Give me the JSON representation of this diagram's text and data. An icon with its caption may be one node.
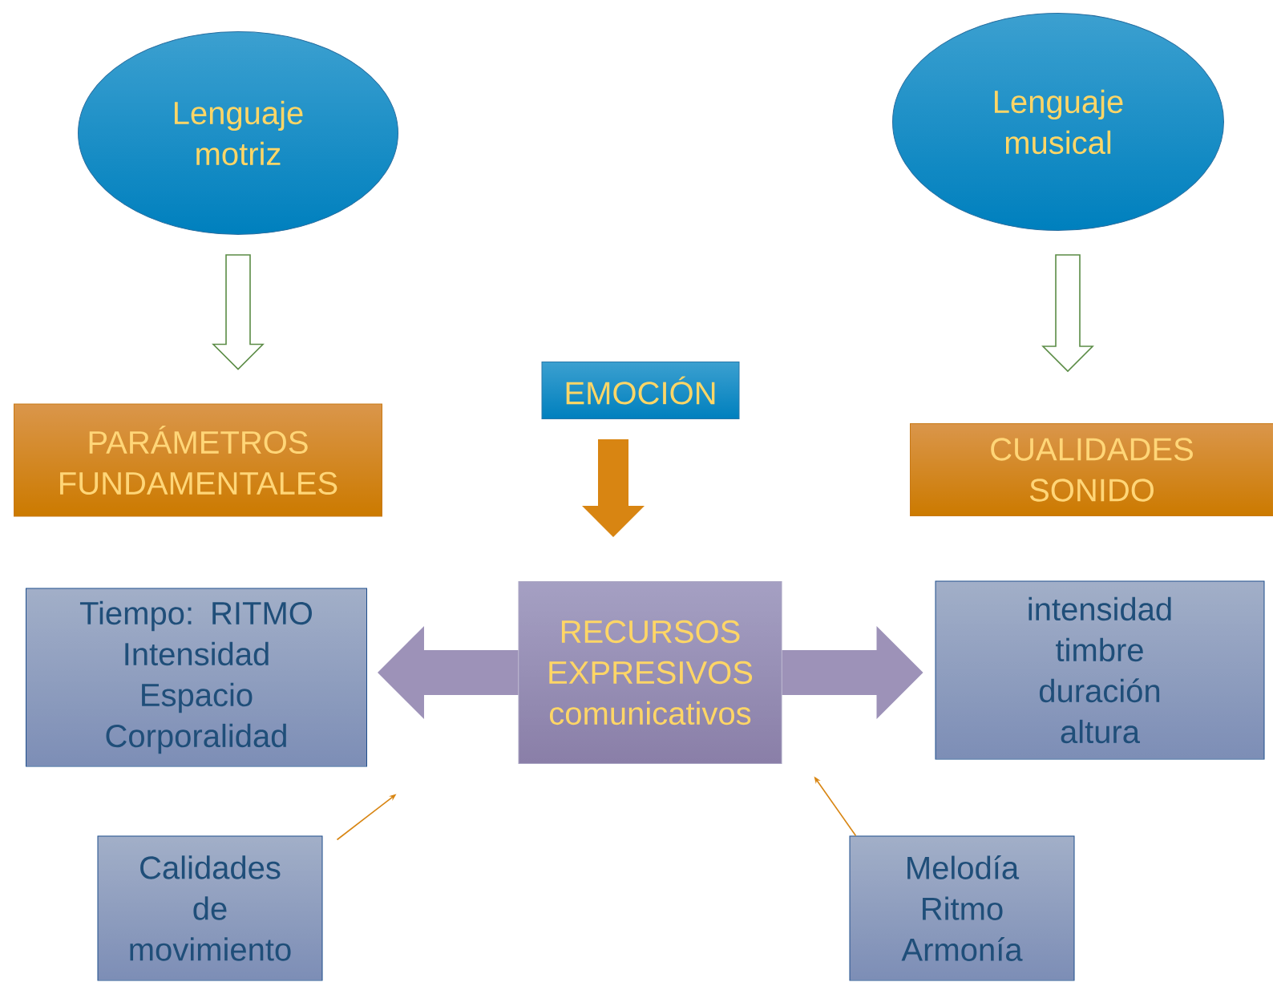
{
  "diagram": {
    "nodes": [
      {
        "text": [
          "Lenguaje motriz"
        ]
      },
      {
        "text": [
          "Lenguaje musical"
        ]
      },
      {
        "text": [
          "EMOCIÓN"
        ]
      },
      {
        "text": [
          "PARÁMETROS FUNDAMENTALES"
        ]
      },
      {
        "text": [
          "CUALIDADES SONIDO"
        ]
      },
      {
        "text": [
          "Tiempo: RITMO",
          "Intensidad",
          "Espacio",
          "Corporalidad"
        ]
      },
      {
        "text": [
          "RECURSOS EXPRESIVOS comunicativos"
        ]
      },
      {
        "text": [
          "intensidad",
          "timbre",
          "duración",
          "altura"
        ]
      },
      {
        "text": [
          "Calidades de movimiento"
        ]
      },
      {
        "text": [
          "Melodía",
          "Ritmo",
          "Armonía"
        ]
      }
    ],
    "edges": [
      {
        "from": 0,
        "to": 3,
        "arrow": "to",
        "style": "thick",
        "color": "#5b8c46"
      },
      {
        "from": 1,
        "to": 4,
        "arrow": "to",
        "style": "thick",
        "color": "#5b8c46"
      },
      {
        "from": 2,
        "to": 6,
        "arrow": "to",
        "style": "thick",
        "color": "#d88512"
      },
      {
        "from": 6,
        "to": 5,
        "arrow": "to",
        "style": "thick",
        "color": "#9d92b8"
      },
      {
        "from": 6,
        "to": 7,
        "arrow": "to",
        "style": "thick",
        "color": "#9d92b8"
      },
      {
        "from": 8,
        "to": null,
        "arrow": "to",
        "color": "#d88512"
      },
      {
        "from": 9,
        "to": null,
        "arrow": "to",
        "color": "#d88512"
      }
    ]
  }
}
